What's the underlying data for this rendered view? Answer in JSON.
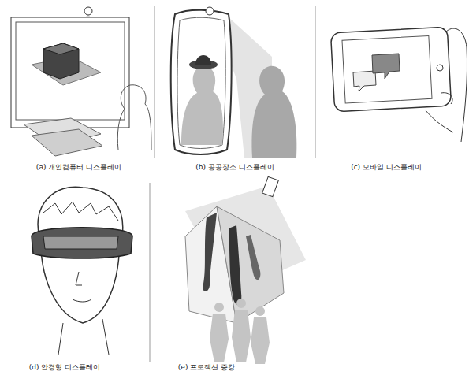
{
  "diagram": {
    "labels": [
      "(a) 개인컴퓨터 디스플레이",
      "(b) 공공장소 디스플레이",
      "(c) 모바일 디스플레이",
      "(d) 안경형 디스플레이",
      "(e) 프로젝션 증강"
    ]
  }
}
